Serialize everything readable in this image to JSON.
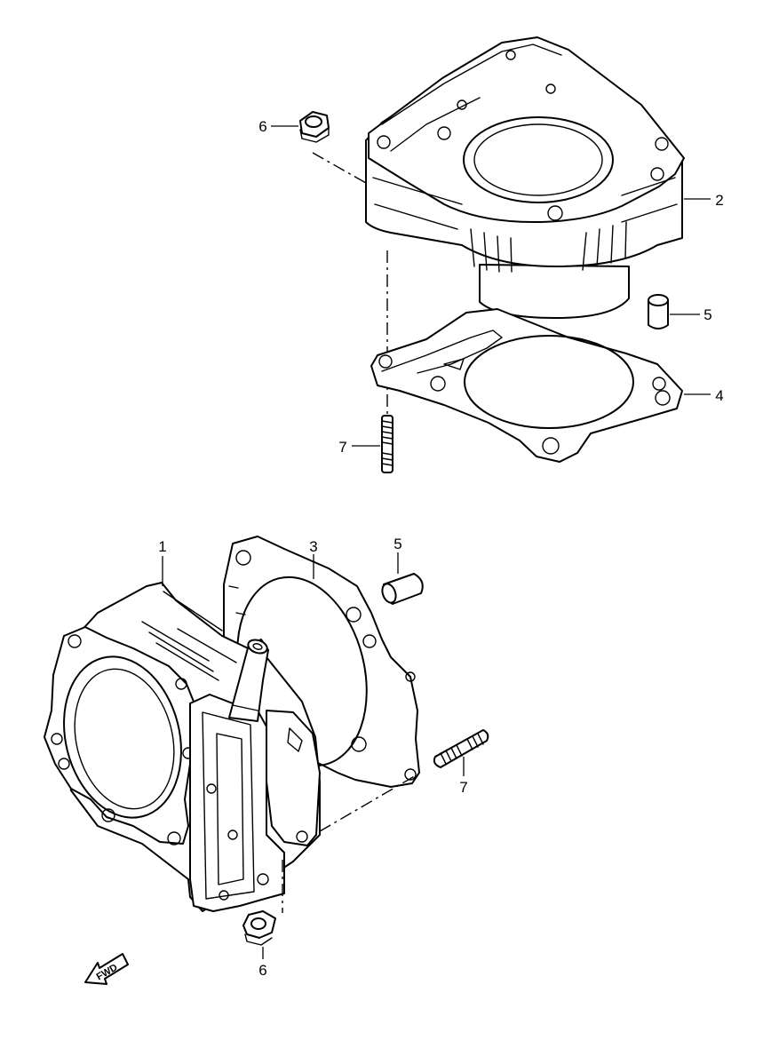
{
  "callouts": {
    "top": {
      "c6": "6",
      "c2": "2",
      "c5": "5",
      "c4": "4",
      "c7": "7"
    },
    "bottom": {
      "c1": "1",
      "c3": "3",
      "c5": "5",
      "c7": "7",
      "c6": "6"
    }
  },
  "direction_arrow": {
    "label": "FWD",
    "icon": "fwd-arrow-icon"
  }
}
